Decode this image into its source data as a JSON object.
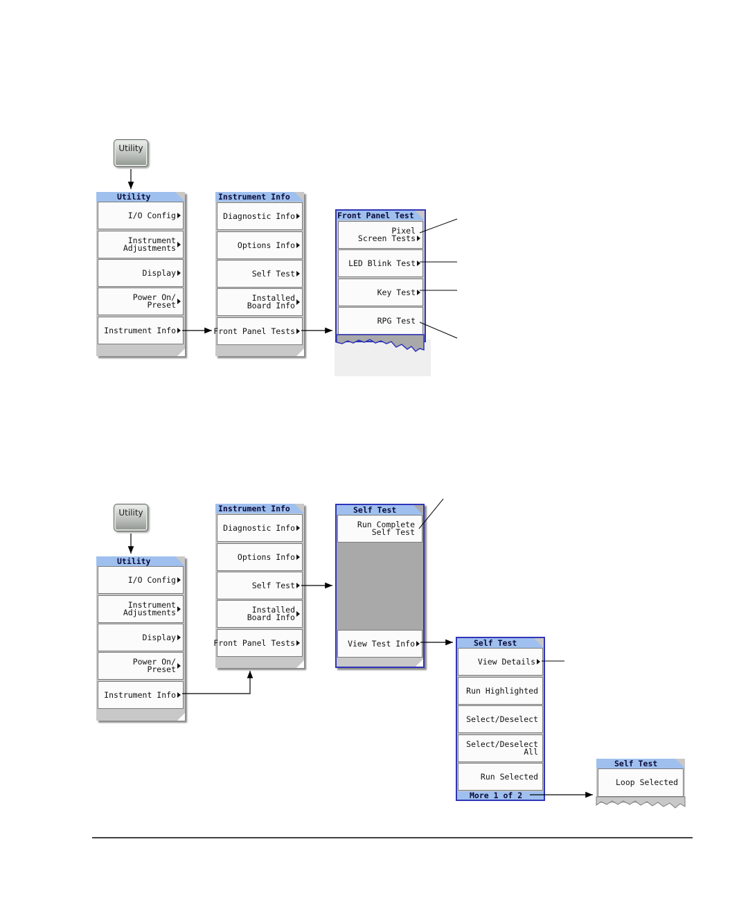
{
  "top": {
    "hardkey": "Utility",
    "utility_menu": {
      "title": "Utility",
      "items": [
        {
          "lines": [
            "I/O Config"
          ]
        },
        {
          "lines": [
            "Instrument",
            "Adjustments"
          ]
        },
        {
          "lines": [
            "Display"
          ]
        },
        {
          "lines": [
            "Power On/",
            "Preset"
          ]
        },
        {
          "lines": [
            "Instrument Info"
          ]
        }
      ]
    },
    "instrument_info_menu": {
      "title": "Instrument Info",
      "items": [
        {
          "lines": [
            "Diagnostic Info"
          ]
        },
        {
          "lines": [
            "Options Info"
          ]
        },
        {
          "lines": [
            "Self Test"
          ]
        },
        {
          "lines": [
            "Installed",
            "Board Info"
          ]
        },
        {
          "lines": [
            "Front Panel Tests"
          ]
        }
      ]
    },
    "front_panel_menu": {
      "title": "Front Panel Test",
      "items": [
        {
          "lines": [
            "Pixel",
            "Screen Tests"
          ]
        },
        {
          "lines": [
            "LED Blink Test"
          ]
        },
        {
          "lines": [
            "Key Test"
          ]
        },
        {
          "lines": [
            "RPG Test"
          ]
        }
      ]
    }
  },
  "bottom": {
    "hardkey": "Utility",
    "utility_menu": {
      "title": "Utility",
      "items": [
        {
          "lines": [
            "I/O Config"
          ]
        },
        {
          "lines": [
            "Instrument",
            "Adjustments"
          ]
        },
        {
          "lines": [
            "Display"
          ]
        },
        {
          "lines": [
            "Power On/",
            "Preset"
          ]
        },
        {
          "lines": [
            "Instrument Info"
          ]
        }
      ]
    },
    "instrument_info_menu": {
      "title": "Instrument Info",
      "items": [
        {
          "lines": [
            "Diagnostic Info"
          ]
        },
        {
          "lines": [
            "Options Info"
          ]
        },
        {
          "lines": [
            "Self Test"
          ]
        },
        {
          "lines": [
            "Installed",
            "Board Info"
          ]
        },
        {
          "lines": [
            "Front Panel Tests"
          ]
        }
      ]
    },
    "self_test_menu": {
      "title": "Self Test",
      "items": [
        {
          "lines": [
            "Run Complete",
            "Self Test"
          ]
        },
        {
          "lines": [
            "View Test Info"
          ]
        }
      ]
    },
    "self_test_page1": {
      "title": "Self Test",
      "items": [
        {
          "lines": [
            "View Details"
          ]
        },
        {
          "lines": [
            "Run Highlighted"
          ]
        },
        {
          "lines": [
            "Select/Deselect"
          ]
        },
        {
          "lines": [
            "Select/Deselect",
            "All"
          ]
        },
        {
          "lines": [
            "Run Selected"
          ]
        }
      ],
      "more": "More 1 of 2"
    },
    "self_test_page2": {
      "title": "Self Test",
      "items": [
        {
          "lines": [
            "Loop Selected"
          ]
        }
      ]
    }
  }
}
